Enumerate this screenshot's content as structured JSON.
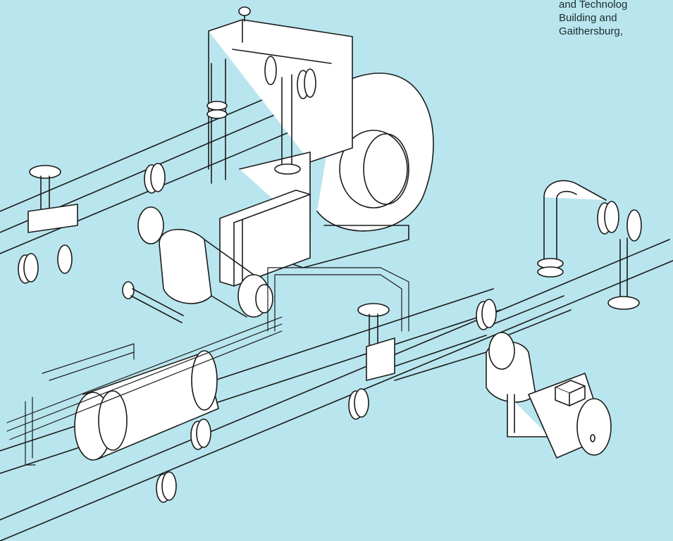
{
  "caption": {
    "lines": [
      "and Technolog",
      "Building and",
      "Gaithersburg,"
    ]
  },
  "colors": {
    "background": "#b9e6ee",
    "line": "#1b1b1b",
    "fill": "#ffffff"
  },
  "diagram": {
    "subject": "isometric line drawing of piping system with pumps, valves, fan and motors",
    "components": [
      {
        "id": "fan-housing",
        "icon": "fan-icon"
      },
      {
        "id": "control-box",
        "icon": "box-icon"
      },
      {
        "id": "pump-left",
        "icon": "pump-icon"
      },
      {
        "id": "pump-right",
        "icon": "pump-icon"
      },
      {
        "id": "motor-right",
        "icon": "motor-icon"
      },
      {
        "id": "tank-left",
        "icon": "tank-icon"
      },
      {
        "id": "handwheel-valves",
        "icon": "valve-icon"
      }
    ]
  }
}
